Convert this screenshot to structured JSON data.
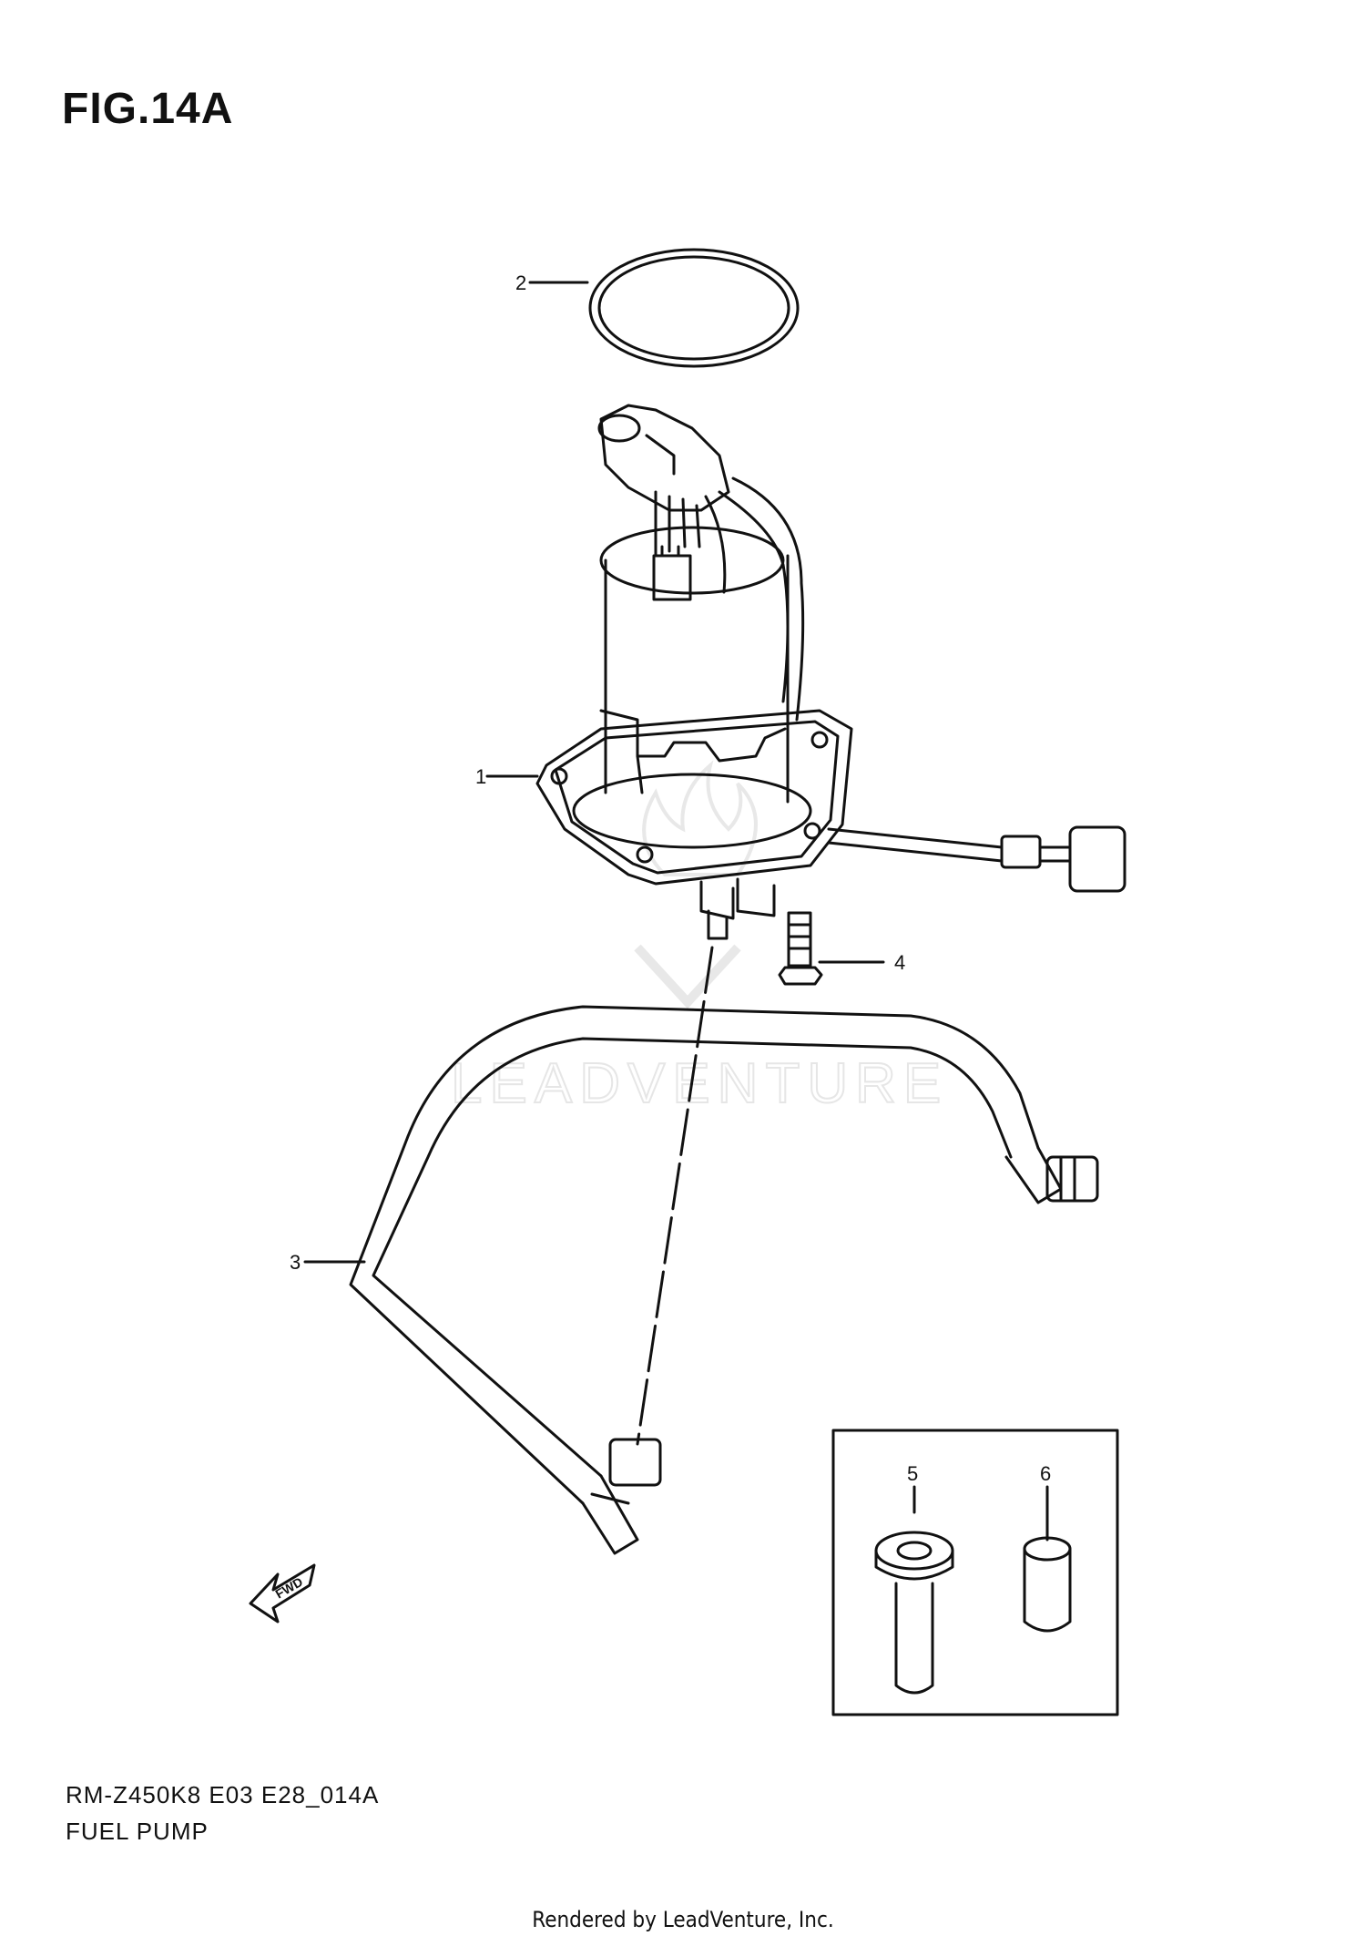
{
  "figure": {
    "title": "FIG.14A"
  },
  "callouts": [
    "1",
    "2",
    "3",
    "4",
    "5",
    "6"
  ],
  "fwd_label": "FWD",
  "watermark": "LEADVENTURE",
  "caption": {
    "code": "RM-Z450K8 E03 E28_014A",
    "name": "FUEL PUMP"
  },
  "footer": "Rendered by LeadVenture, Inc."
}
